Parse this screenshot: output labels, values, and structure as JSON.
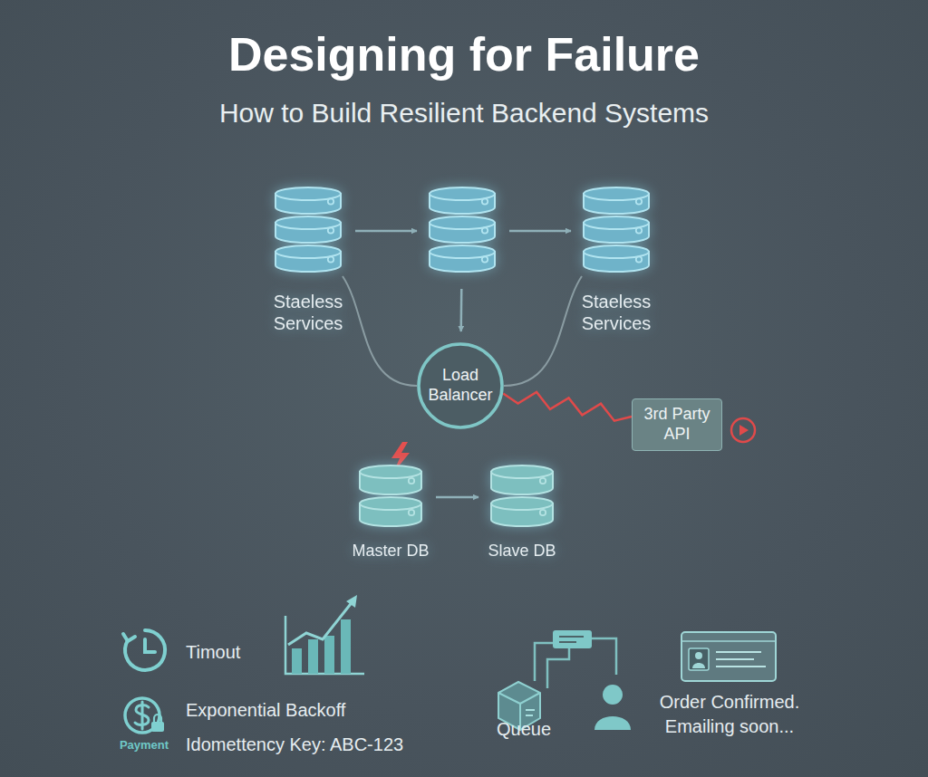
{
  "diagram": {
    "title": "Designing for Failure",
    "nodes": [
      {
        "text": [
          "Staeless Services"
        ]
      },
      {
        "text": []
      },
      {
        "text": [
          "Staeless Services"
        ]
      },
      {
        "text": [
          "Load Balancer"
        ]
      },
      {
        "text": [
          "3rd Party API"
        ]
      },
      {
        "text": [
          "Master DB"
        ]
      },
      {
        "text": [
          "Slave DB"
        ]
      }
    ],
    "edges": [
      {
        "from": 0,
        "to": 1,
        "arrow": "to"
      },
      {
        "from": 1,
        "to": 2,
        "arrow": "to"
      },
      {
        "from": 1,
        "to": 3,
        "arrow": "to"
      },
      {
        "from": 0,
        "to": 3,
        "arrow": "none"
      },
      {
        "from": 2,
        "to": 3,
        "arrow": "none"
      },
      {
        "from": 3,
        "to": 4,
        "arrow": "none"
      },
      {
        "from": 5,
        "to": 6,
        "arrow": "to"
      }
    ],
    "labels": [
      "How to Build Resilient Backend Systems",
      "Timout",
      "Payment",
      "Exponential Backoff",
      "Idomettency Key: ABC-123",
      "Queue",
      "Order Confirmed. Emailing soon..."
    ]
  }
}
